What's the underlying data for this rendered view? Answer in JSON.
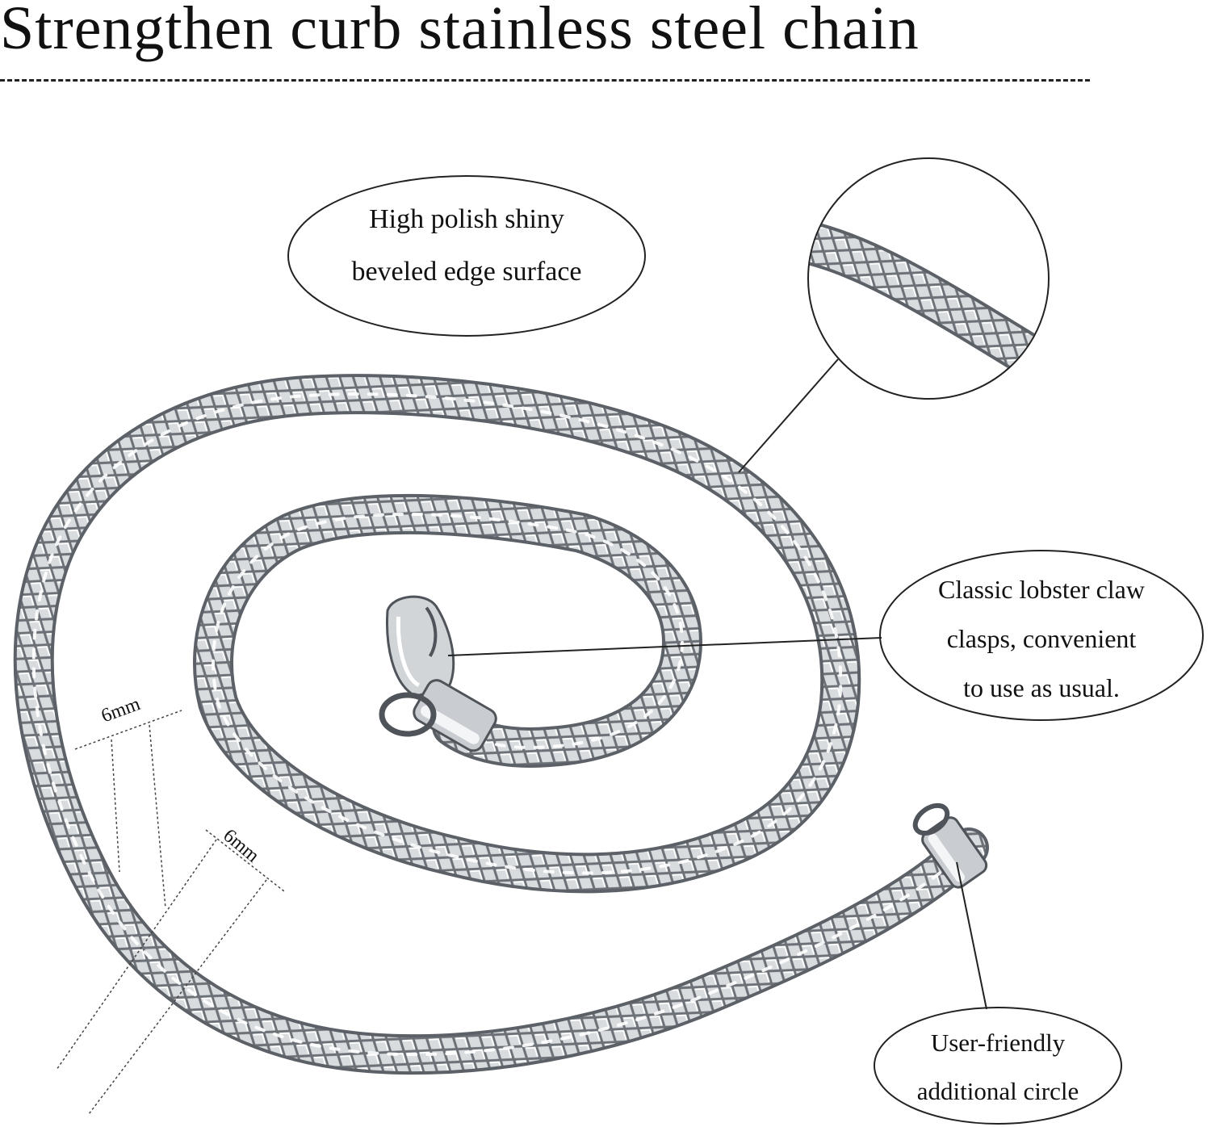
{
  "page": {
    "title": "Strengthen curb stainless steel chain"
  },
  "callouts": {
    "surface": {
      "line1": "High polish shiny",
      "line2": "beveled edge surface"
    },
    "clasp": {
      "line1": "Classic lobster claw",
      "line2": "clasps, convenient",
      "line3": "to use as usual."
    },
    "circle": {
      "line1": "User-friendly",
      "line2": "additional circle"
    }
  },
  "measurements": {
    "width_label": "6mm",
    "thickness_label": "6mm"
  },
  "colors": {
    "background": "#ffffff",
    "ink": "#111111",
    "chain_dark": "#555a60",
    "chain_mid": "#9aa0a6",
    "chain_light": "#e6e8ea"
  }
}
